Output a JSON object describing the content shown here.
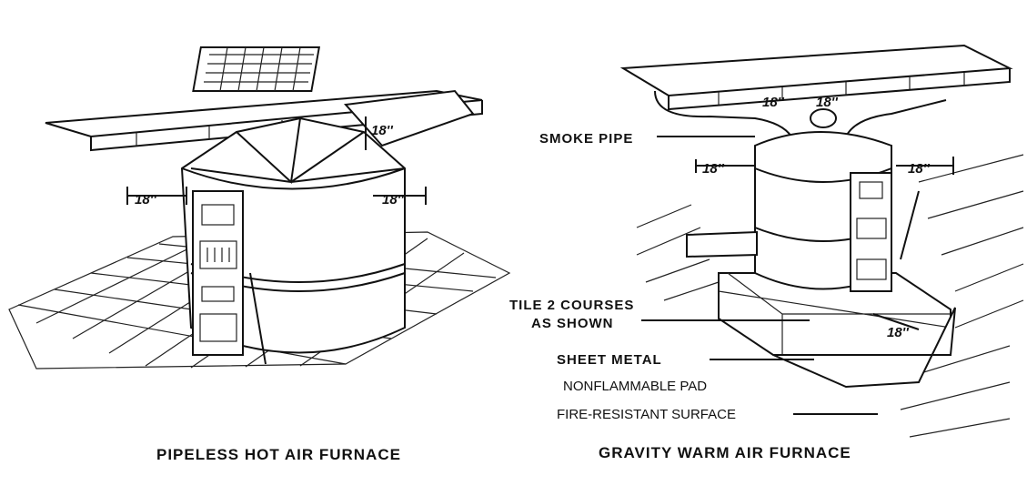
{
  "left_figure": {
    "caption": "PIPELESS HOT AIR FURNACE",
    "dimensions": [
      "18''",
      "18''",
      "18''"
    ]
  },
  "right_figure": {
    "caption": "GRAVITY WARM AIR FURNACE",
    "dimensions": [
      "18''",
      "18''",
      "18''",
      "18''",
      "18''"
    ],
    "callouts": {
      "smoke_pipe": "SMOKE PIPE",
      "tile_line1": "TILE 2 COURSES",
      "tile_line2": "AS SHOWN",
      "sheet_metal": "SHEET METAL",
      "nonflammable_pad": "NONFLAMMABLE PAD",
      "fire_resistant_surface": "FIRE-RESISTANT SURFACE"
    }
  }
}
